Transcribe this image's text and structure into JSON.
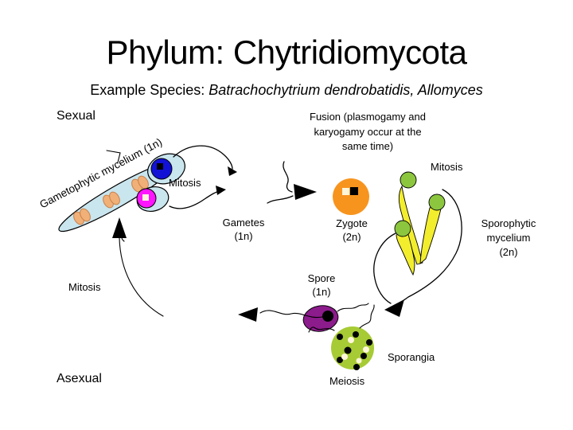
{
  "slide": {
    "title": "Phylum: Chytridiomycota",
    "subtitle_prefix": "Example Species: ",
    "subtitle_species": "Batrachochytrium dendrobatidis, Allomyces"
  },
  "labels": {
    "sexual": "Sexual",
    "asexual": "Asexual",
    "gametophytic_mycelium": "Gametophytic mycelium\n(1n)",
    "mitosis_gametangia": "Mitosis",
    "gametes": "Gametes\n(1n)",
    "fusion": "Fusion (plasmogamy and\nkaryogamy occur at the\nsame time)",
    "zygote": "Zygote\n(2n)",
    "mitosis_sporophyte": "Mitosis",
    "sporophytic_mycelium": "Sporophytic\nmycelium\n(2n)",
    "spore": "Spore\n(1n)",
    "sporangia": "Sporangia",
    "meiosis": "Meiosis",
    "mitosis_asexual": "Mitosis"
  },
  "colors": {
    "line": "#000000",
    "mycelium": "#c9e5ee",
    "septum": "#f0b078",
    "septum_edge": "#c8814a",
    "nucleus_blue": "#1212d6",
    "nucleus_pink": "#ff14ff",
    "nucleus_cream": "#fdf6da",
    "zygote_orange": "#f7941e",
    "stalk_yellow": "#f2ee2e",
    "cap_green": "#8cc63e",
    "sporangium_green": "#a6cb34",
    "spore_purple": "#8c1b8c",
    "background": "#ffffff"
  }
}
